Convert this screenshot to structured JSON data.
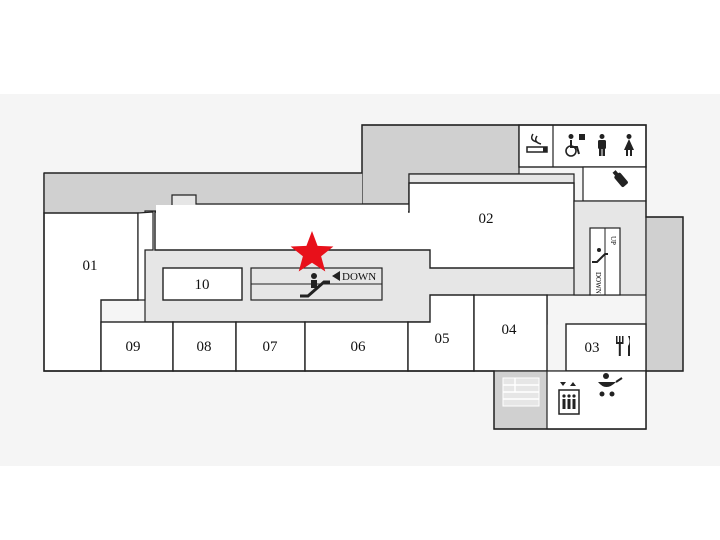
{
  "floor_map": {
    "units": [
      "01",
      "02",
      "03",
      "04",
      "05",
      "06",
      "07",
      "08",
      "09",
      "10"
    ],
    "escalator_down_label": "DOWN",
    "side_escalator_up": "UP",
    "side_escalator_down": "DOWN",
    "colors": {
      "corridor": "#e6e6e6",
      "service": "#cfcfcf",
      "outline": "#222222",
      "marker": "#e8101a"
    },
    "marker": "current-location-star",
    "amenities": [
      "smoking-area-icon",
      "wheelchair-accessible-icon",
      "men-restroom-icon",
      "women-restroom-icon",
      "baby-bottle-icon",
      "restaurant-icon",
      "elevator-icon",
      "stroller-icon",
      "escalator-icon"
    ]
  }
}
